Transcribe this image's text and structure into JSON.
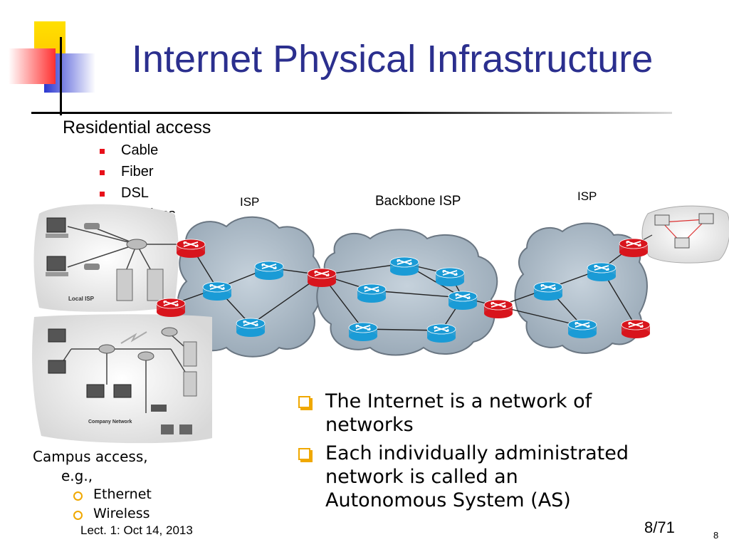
{
  "slide": {
    "title": "Internet Physical Infrastructure",
    "residential_heading": "Residential access",
    "residential_items": [
      "Cable",
      "Fiber",
      "DSL",
      "Wireless"
    ],
    "campus_heading_line1": "Campus access,",
    "campus_heading_line2": "e.g.,",
    "campus_items": [
      "Ethernet",
      "Wireless"
    ],
    "points": [
      "The Internet is a network of networks",
      "Each individually administrated network is called an Autonomous System (AS)"
    ],
    "footer_left": "Lect. 1: Oct 14, 2013",
    "footer_page": "8/71",
    "slide_number": "8"
  },
  "diagram": {
    "cloud_labels": [
      "ISP",
      "Backbone ISP",
      "ISP"
    ],
    "local_isp_label": "Local ISP",
    "company_network_label": "Company Network"
  },
  "colors": {
    "title": "#2b2f8e",
    "accent_yellow": "#ffd400",
    "accent_red": "#ff4040",
    "accent_blue": "#3a46d8",
    "router_blue": "#1a9bd6",
    "router_red": "#d8141c",
    "cloud_fill": "#aab8c4",
    "bullet_red": "#e8101a",
    "bullet_orange": "#f0a800"
  }
}
